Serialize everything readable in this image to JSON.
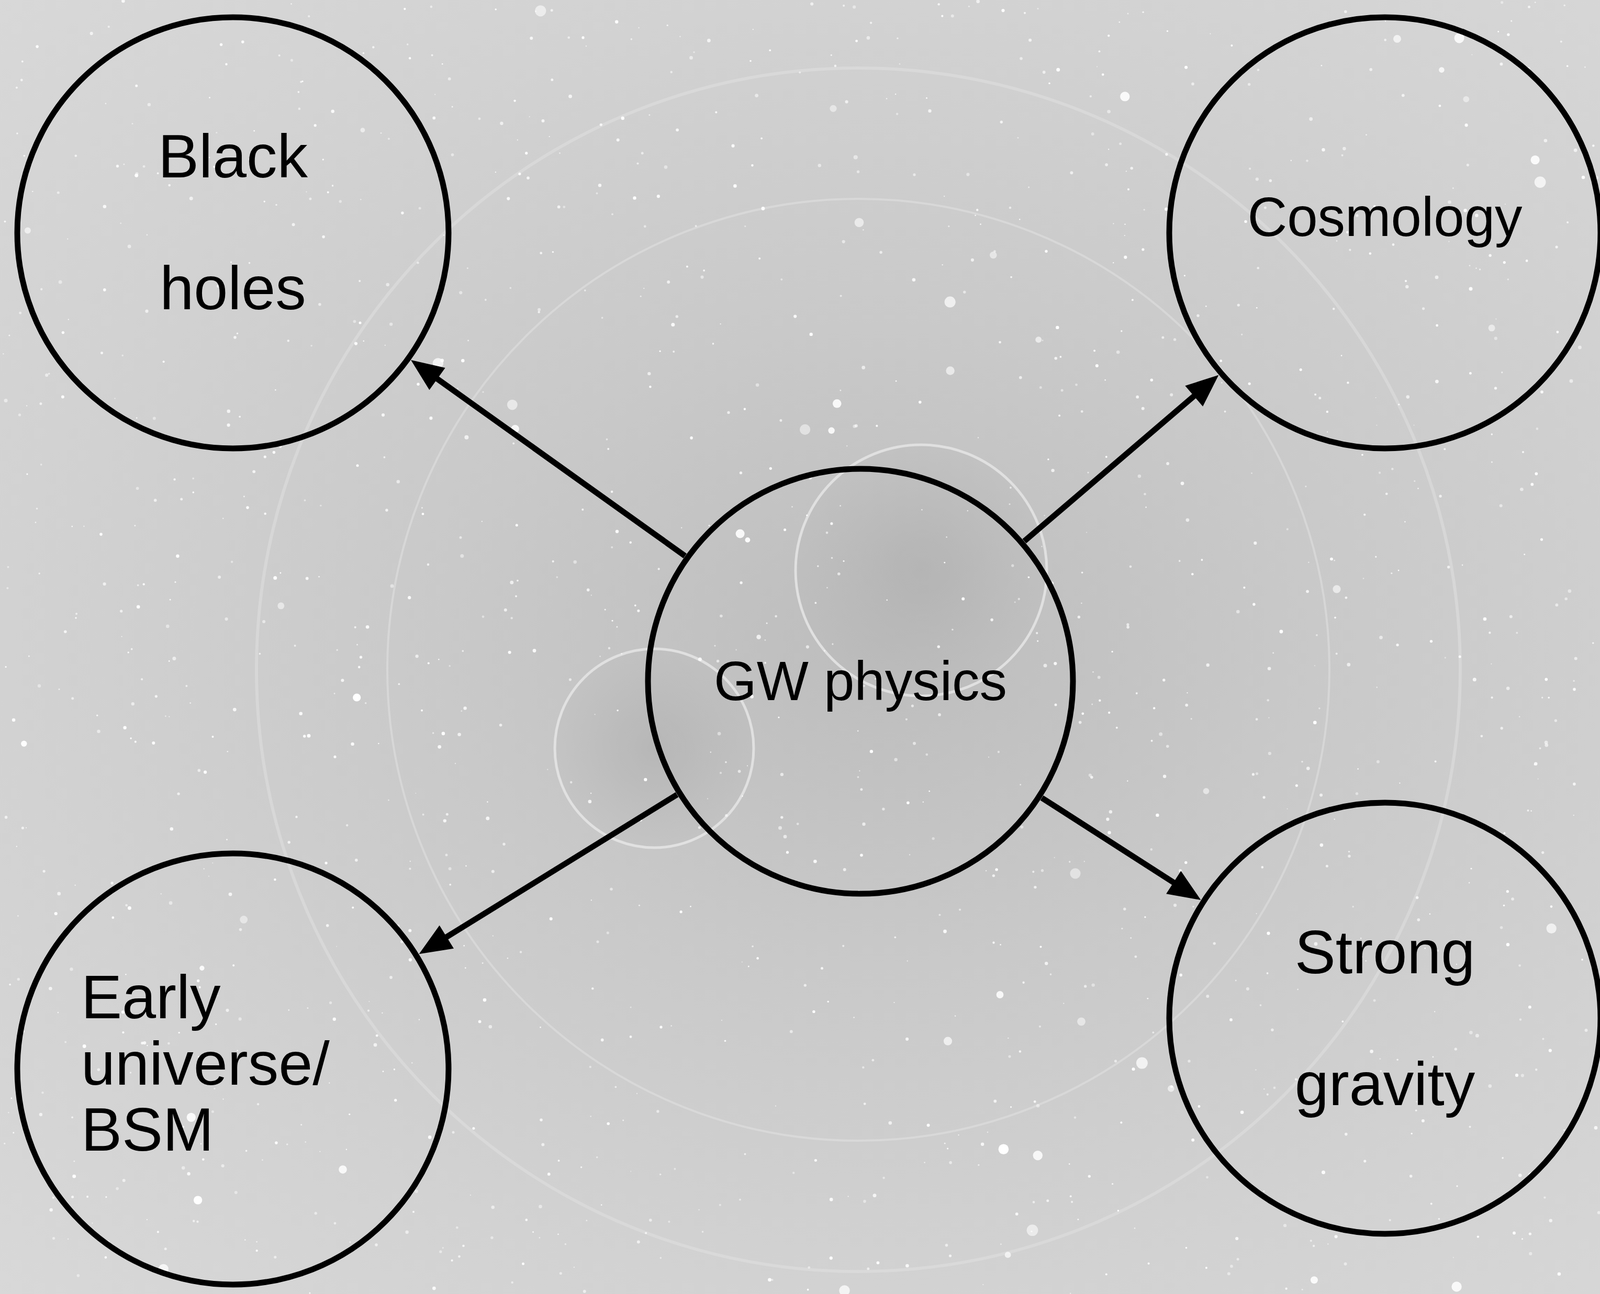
{
  "diagram": {
    "nodes": [
      {
        "text": [
          "Black holes"
        ]
      },
      {
        "text": [
          "Cosmology"
        ]
      },
      {
        "text": [
          "GW physics"
        ]
      },
      {
        "text": [
          "Early universe/ BSM"
        ]
      },
      {
        "text": [
          "Strong gravity"
        ]
      }
    ],
    "edges": [
      {
        "from": 2,
        "to": 0,
        "arrow": "to"
      },
      {
        "from": 2,
        "to": 1,
        "arrow": "to"
      },
      {
        "from": 2,
        "to": 3,
        "arrow": "to"
      },
      {
        "from": 2,
        "to": 4,
        "arrow": "to"
      }
    ]
  }
}
